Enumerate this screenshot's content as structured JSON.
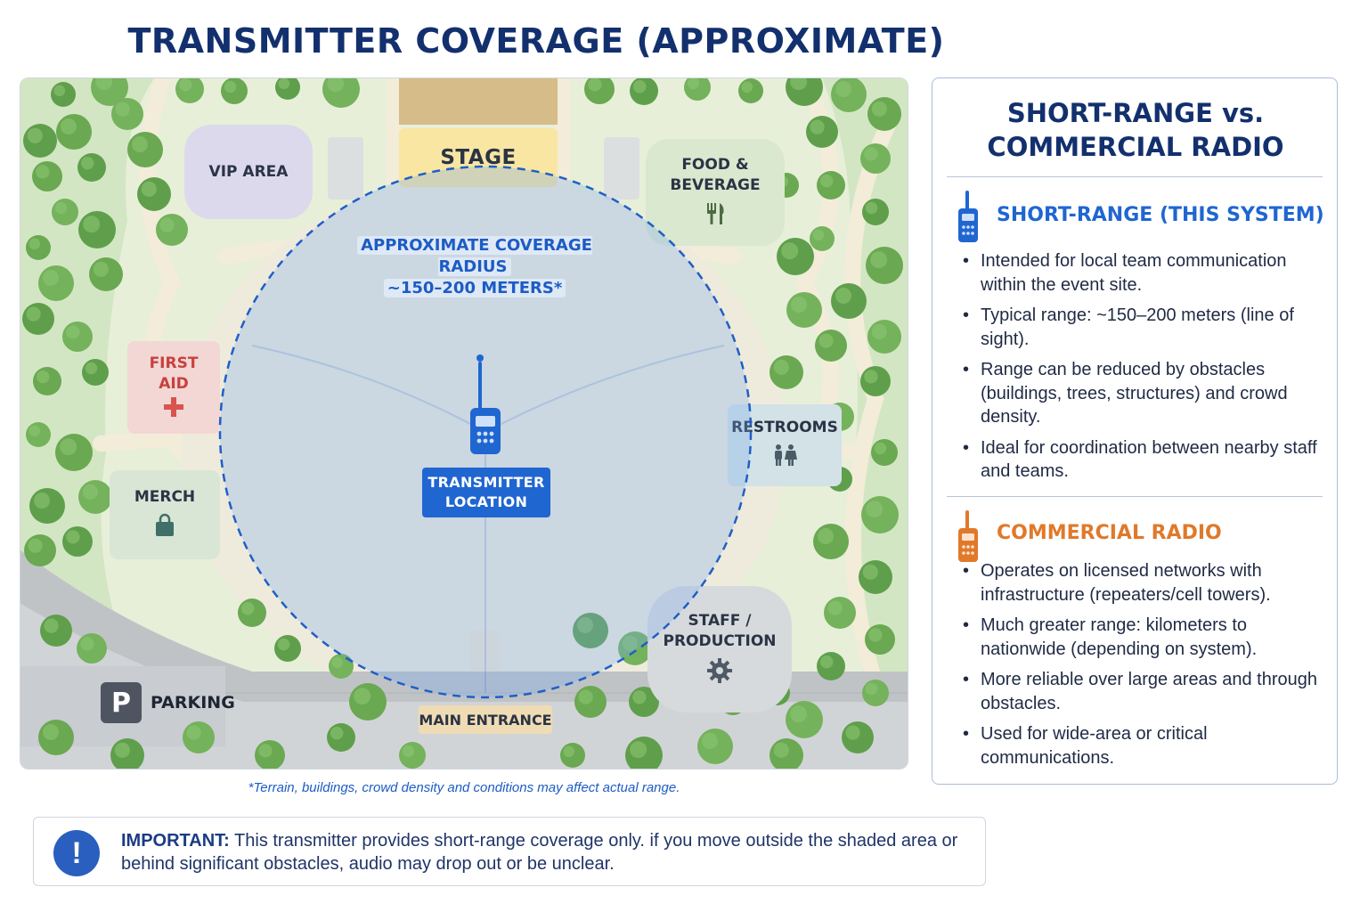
{
  "title": "TRANSMITTER COVERAGE (APPROXIMATE)",
  "map": {
    "zones": {
      "stage": "STAGE",
      "vip_area": "VIP AREA",
      "food_beverage": "FOOD &\nBEVERAGE",
      "first_aid": "FIRST\nAID",
      "merch": "MERCH",
      "restrooms": "RESTROOMS",
      "staff_production": "STAFF /\nPRODUCTION",
      "main_entrance": "MAIN ENTRANCE",
      "parking": "PARKING",
      "parking_badge": "P"
    },
    "coverage_label_line1": "APPROXIMATE COVERAGE RADIUS",
    "coverage_label_line2": "~150–200 METERS*",
    "transmitter_label_line1": "TRANSMITTER",
    "transmitter_label_line2": "LOCATION",
    "icons": {
      "food": "fork-knife-icon",
      "first_aid": "plus-icon",
      "merch": "shopping-bag-icon",
      "restrooms": "restroom-people-icon",
      "staff": "gear-icon",
      "transmitter": "walkie-talkie-icon"
    },
    "colors": {
      "coverage": "#1f66d1",
      "vip": "#ddd9ec",
      "stage": "#f8e6a2",
      "food": "#d9e8cf",
      "first_aid": "#f2d7d4",
      "merch": "#d9e6d6",
      "restrooms": "#d2e2e6",
      "staff": "#d7dadd",
      "entrance": "#efdcb4",
      "trees": "#6fae57"
    }
  },
  "footnote": "*Terrain, buildings, crowd density and conditions may affect actual range.",
  "important": {
    "label": "IMPORTANT:",
    "text": " This transmitter provides short-range coverage only. if you move outside the shaded area or behind significant obstacles, audio may drop out or be unclear.",
    "icon": "exclamation-icon"
  },
  "panel": {
    "title": "SHORT-RANGE vs.\nCOMMERCIAL RADIO",
    "short_range": {
      "heading": "SHORT-RANGE (THIS SYSTEM)",
      "color": "#1f66d1",
      "icon": "walkie-talkie-icon",
      "bullets": [
        "Intended for local team communication within the event site.",
        "Typical range: ~150–200 meters (line of sight).",
        "Range can be reduced by obstacles (buildings, trees, structures) and crowd density.",
        "Ideal for coordination between nearby staff and teams."
      ]
    },
    "commercial": {
      "heading": "COMMERCIAL RADIO",
      "color": "#e0792a",
      "icon": "walkie-talkie-icon",
      "bullets": [
        "Operates on licensed networks with infrastructure (repeaters/cell towers).",
        "Much greater range: kilometers to nationwide (depending on system).",
        "More reliable over large areas and through obstacles.",
        "Used for wide-area or critical communications."
      ]
    }
  }
}
